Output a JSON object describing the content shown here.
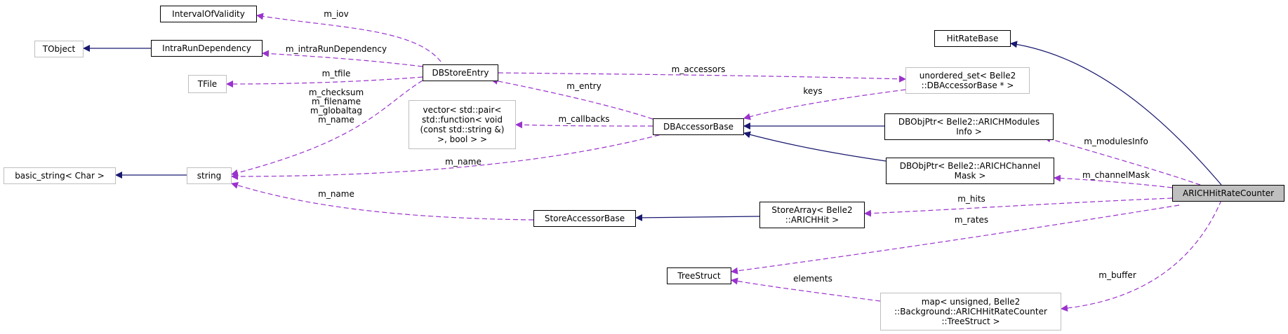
{
  "nodes": {
    "interval_of_validity": "IntervalOfValidity",
    "tobject": "TObject",
    "intra_run_dependency": "IntraRunDependency",
    "tfile": "TFile",
    "db_store_entry": "DBStoreEntry",
    "vector_pair": "vector< std::pair<\nstd::function< void\n(const std::string &)\n>, bool > >",
    "unordered_set": "unordered_set< Belle2\n::DBAccessorBase * >",
    "db_accessor_base": "DBAccessorBase",
    "hit_rate_base": "HitRateBase",
    "dbobjptr_modules_info": "DBObjPtr< Belle2::ARICHModules\nInfo >",
    "dbobjptr_channel_mask": "DBObjPtr< Belle2::ARICHChannel\nMask >",
    "basic_string": "basic_string< Char >",
    "string": "string",
    "arich_hit_rate_counter": "ARICHHitRateCounter",
    "store_accessor_base": "StoreAccessorBase",
    "store_array": "StoreArray< Belle2\n::ARICHHit >",
    "tree_struct": "TreeStruct",
    "map_buffer": "map< unsigned, Belle2\n::Background::ARICHHitRateCounter\n::TreeStruct >"
  },
  "edge_labels": {
    "m_iov": "m_iov",
    "m_intra_run_dependency": "m_intraRunDependency",
    "m_tfile": "m_tfile",
    "string_members": "m_checksum\nm_filename\nm_globaltag\nm_name",
    "m_accessors": "m_accessors",
    "keys": "keys",
    "m_entry": "m_entry",
    "m_callbacks": "m_callbacks",
    "m_name_dbaccessor": "m_name",
    "m_name_storeaccessor": "m_name",
    "m_modules_info": "m_modulesInfo",
    "m_channel_mask": "m_channelMask",
    "m_hits": "m_hits",
    "m_rates": "m_rates",
    "m_buffer": "m_buffer",
    "elements": "elements"
  },
  "colors": {
    "inheritance_edge": "#191970",
    "usage_edge": "#9a32cd",
    "solid_border": "#000000",
    "faded_border": "#bfbfbf",
    "focus_fill": "#bfbfbf"
  }
}
